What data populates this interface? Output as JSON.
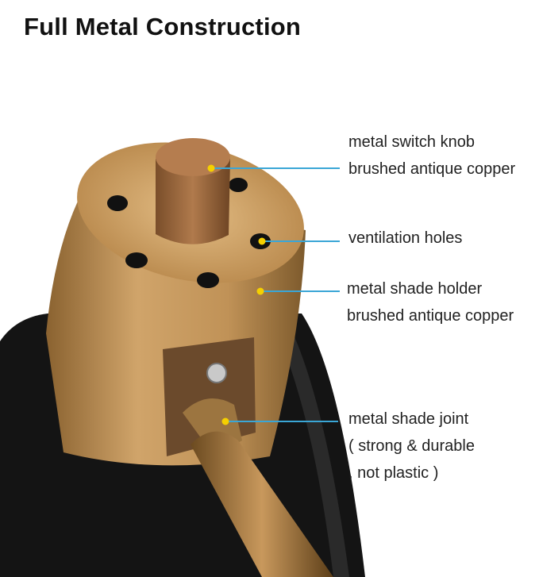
{
  "title": "Full Metal Construction",
  "colors": {
    "callout_line": "#3aa6d6",
    "callout_dot": "#f5d000",
    "brass": "#b8874a",
    "shade": "#111111"
  },
  "callouts": [
    {
      "lines": [
        "metal switch knob",
        "brushed antique copper"
      ]
    },
    {
      "lines": [
        "ventilation holes"
      ]
    },
    {
      "lines": [
        "metal shade holder",
        "brushed antique copper"
      ]
    },
    {
      "lines": [
        "metal shade joint",
        "( strong & durable",
        ", not plastic )"
      ]
    }
  ]
}
